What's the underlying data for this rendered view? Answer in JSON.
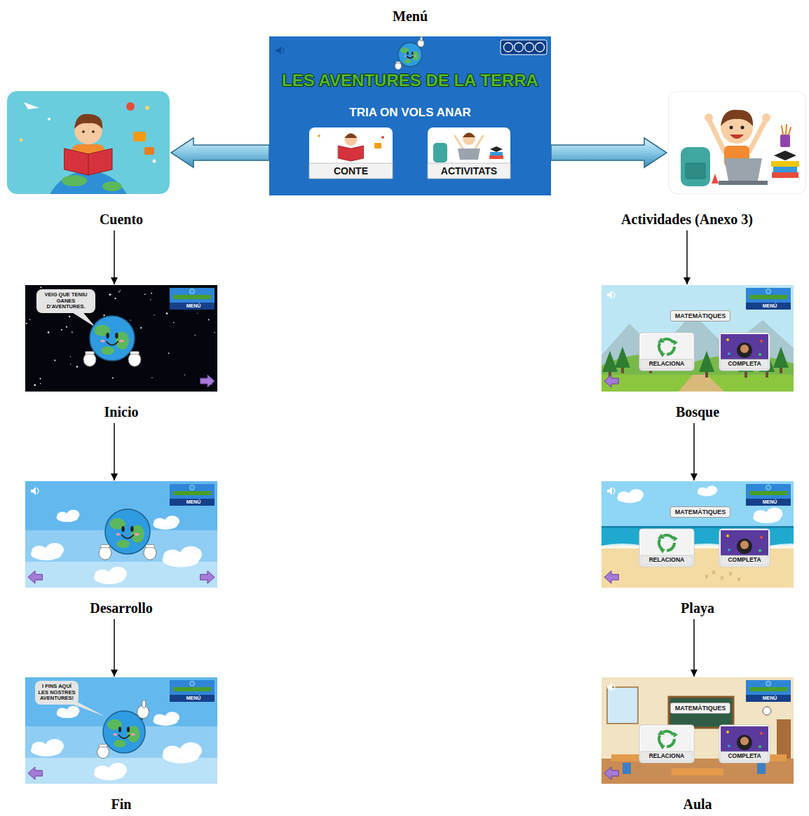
{
  "diagram": {
    "nodes": [
      {
        "text": [
          "Menú",
          "LES AVENTURES DE LA TERRA",
          "TRIA ON VOLS ANAR",
          "CONTE",
          "ACTIVITATS"
        ]
      },
      {
        "text": [
          "Cuento"
        ]
      },
      {
        "text": [
          "Actividades (Anexo 3)"
        ]
      },
      {
        "text": [
          "VEIG QUE TENIU GANES D'AVENTURES.",
          "MENÚ",
          "Inicio"
        ]
      },
      {
        "text": [
          "MENÚ",
          "MATEMÀTIQUES",
          "RELACIONA",
          "COMPLETA",
          "Bosque"
        ]
      },
      {
        "text": [
          "MENÚ",
          "Desarrollo"
        ]
      },
      {
        "text": [
          "MENÚ",
          "MATEMÀTIQUES",
          "RELACIONA",
          "COMPLETA",
          "Playa"
        ]
      },
      {
        "text": [
          "I FINS AQUÍ LES NOSTRES AVENTURES!",
          "MENÚ",
          "Fin"
        ]
      },
      {
        "text": [
          "MENÚ",
          "MATEMÀTIQUES",
          "RELACIONA",
          "COMPLETA",
          "Aula"
        ]
      }
    ],
    "edges": [
      {
        "from": 0,
        "to": 1,
        "arrow": "to"
      },
      {
        "from": 0,
        "to": 2,
        "arrow": "to"
      },
      {
        "from": 1,
        "to": 3,
        "arrow": "to"
      },
      {
        "from": 2,
        "to": 4,
        "arrow": "to"
      },
      {
        "from": 3,
        "to": 5,
        "arrow": "to"
      },
      {
        "from": 4,
        "to": 6,
        "arrow": "to"
      },
      {
        "from": 5,
        "to": 7,
        "arrow": "to"
      },
      {
        "from": 6,
        "to": 8,
        "arrow": "to"
      }
    ]
  }
}
